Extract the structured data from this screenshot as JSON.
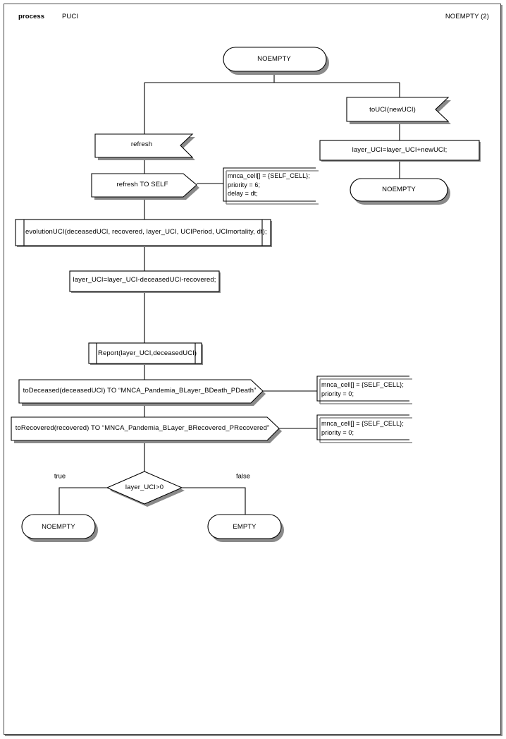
{
  "header": {
    "keyword": "process",
    "process_name": "PUCI",
    "state_ref": "NOEMPTY (2)"
  },
  "diagram": {
    "type": "sdl-process-flow",
    "start_state": "NOEMPTY",
    "nodes": {
      "start_state": {
        "label": "NOEMPTY",
        "shape": "state"
      },
      "input_toUCI": {
        "label": "toUCI(newUCI)",
        "shape": "input"
      },
      "task_add": {
        "label": "layer_UCI=layer_UCI+newUCI;",
        "shape": "task"
      },
      "state_noempty_right": {
        "label": "NOEMPTY",
        "shape": "state"
      },
      "input_refresh": {
        "label": "refresh",
        "shape": "input"
      },
      "output_refresh_self": {
        "label": "refresh TO SELF",
        "shape": "output"
      },
      "proc_evolution": {
        "label": "evolutionUCI(deceasedUCI, recovered, layer_UCI, UCIPeriod, UCImortality, dt);",
        "shape": "procedure-call"
      },
      "task_subtract": {
        "label": "layer_UCI=layer_UCI-deceasedUCI-recovered;",
        "shape": "task"
      },
      "proc_report": {
        "label": "Report(layer_UCI,deceasedUCI)",
        "shape": "procedure-call"
      },
      "output_deceased": {
        "label": "toDeceased(deceasedUCI) TO “MNCA_Pandemia_BLayer_BDeath_PDeath”",
        "shape": "output"
      },
      "output_recovered": {
        "label": "toRecovered(recovered) TO “MNCA_Pandemia_BLayer_BRecovered_PRecovered”",
        "shape": "output"
      },
      "decision": {
        "label": "layer_UCI>0",
        "shape": "decision"
      },
      "state_noempty_end": {
        "label": "NOEMPTY",
        "shape": "state"
      },
      "state_empty_end": {
        "label": "EMPTY",
        "shape": "state"
      }
    },
    "branch_labels": {
      "true": "true",
      "false": "false"
    },
    "comments": [
      {
        "id": "comment_refresh",
        "lines": "mnca_cell[] = {SELF_CELL};\npriority = 6;\ndelay = dt;"
      },
      {
        "id": "comment_deceased",
        "lines": "mnca_cell[] = {SELF_CELL};\npriority = 0;"
      },
      {
        "id": "comment_recovered",
        "lines": "mnca_cell[] = {SELF_CELL};\npriority = 0;"
      }
    ]
  },
  "colors": {
    "line": "#000000",
    "shadow": "#8a8a8a",
    "frame": "#4a4a4a",
    "background": "#ffffff"
  }
}
